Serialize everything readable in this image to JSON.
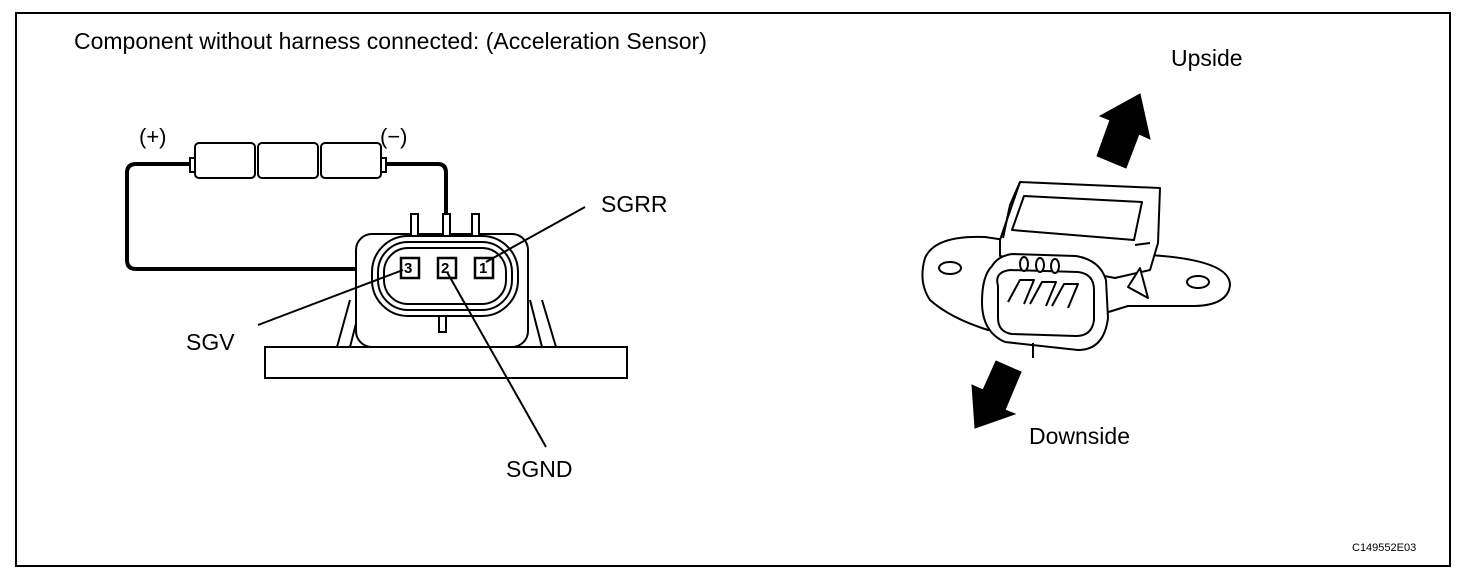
{
  "title": "Component without harness connected: (Acceleration Sensor)",
  "battery": {
    "positive_label": "(+)",
    "negative_label": "(−)"
  },
  "terminals": [
    {
      "number": "3",
      "name": "SGV"
    },
    {
      "number": "2",
      "name": "SGND"
    },
    {
      "number": "1",
      "name": "SGRR"
    }
  ],
  "orientation": {
    "up_label": "Upside",
    "down_label": "Downside"
  },
  "figure_code": "C149552E03"
}
